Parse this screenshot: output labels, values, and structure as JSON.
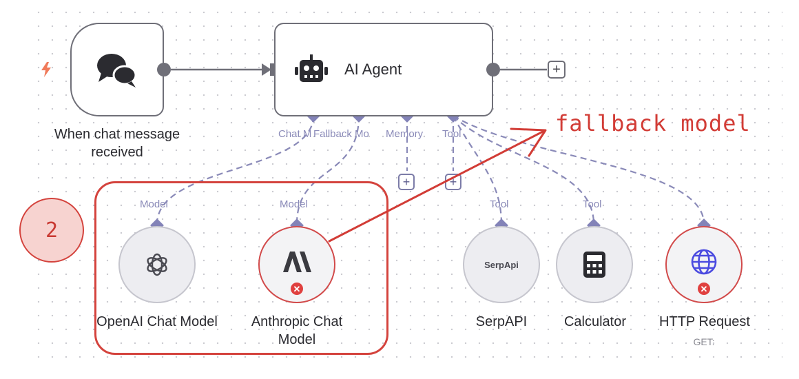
{
  "trigger": {
    "label": "When chat message received",
    "icon": "chat-bubbles-icon",
    "badge_icon": "lightning-icon"
  },
  "agent": {
    "title": "AI Agent",
    "icon": "robot-icon"
  },
  "agent_handles": {
    "chat_model": "Chat M",
    "fallback_model": "Fallback Mo",
    "memory": "Memory",
    "tool": "Tool"
  },
  "sub_nodes": [
    {
      "label": "OpenAI Chat Model",
      "handle_label": "Model",
      "icon": "openai-icon",
      "error": false
    },
    {
      "label": "Anthropic Chat Model",
      "handle_label": "Model",
      "icon": "anthropic-icon",
      "error": true
    },
    {
      "label": "SerpAPI",
      "handle_label": "Tool",
      "icon_text": "SerpApi",
      "error": false
    },
    {
      "label": "Calculator",
      "handle_label": "Tool",
      "icon": "calculator-icon",
      "error": false
    },
    {
      "label": "HTTP Request",
      "handle_label": "",
      "sublabel": "GET:",
      "icon": "globe-icon",
      "error": true
    }
  ],
  "add_buttons": {
    "symbol": "+"
  },
  "annotations": {
    "fallback_text": "fallback model",
    "step_number": "2"
  },
  "colors": {
    "annotation": "#d4433d",
    "connector": "#8a8ab8",
    "error": "#e0403f",
    "node_border": "#6f6f78"
  }
}
